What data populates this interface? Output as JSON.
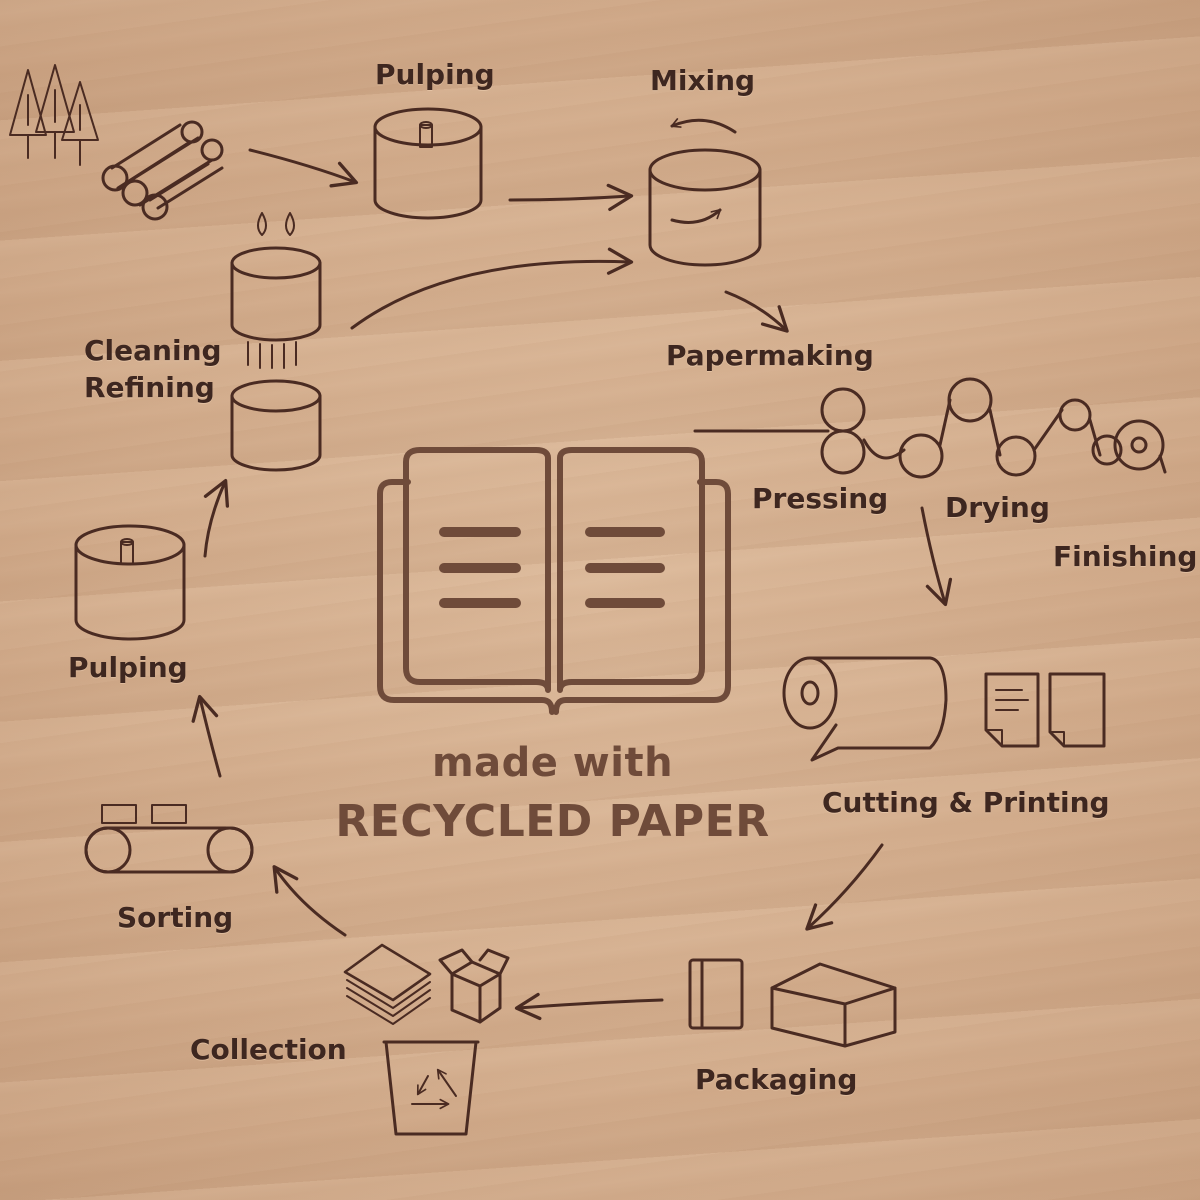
{
  "center": {
    "line1": "made with",
    "line2": "RECYCLED PAPER"
  },
  "steps": {
    "pulping_top": "Pulping",
    "mixing": "Mixing",
    "papermaking": "Papermaking",
    "cleaning": "Cleaning",
    "refining": "Refining",
    "pressing": "Pressing",
    "drying": "Drying",
    "finishing": "Finishing",
    "pulping_left": "Pulping",
    "cutting_printing": "Cutting & Printing",
    "sorting": "Sorting",
    "collection": "Collection",
    "packaging": "Packaging"
  },
  "icons": [
    "trees-icon",
    "logs-icon",
    "pulp-vat-icon",
    "mixing-vat-icon",
    "cleaning-vat-icon",
    "refining-vat-icon",
    "paper-machine-rollers-icon",
    "open-book-icon",
    "pulp-vat-icon",
    "paper-roll-icon",
    "printed-sheets-icon",
    "conveyor-belt-icon",
    "paper-stack-icon",
    "open-box-icon",
    "recycling-bin-icon",
    "notebook-icon",
    "closed-box-icon"
  ],
  "colors": {
    "ink": "#4a2b22",
    "center_text": "#6f4b3a",
    "wood": "#d3ad8d"
  }
}
